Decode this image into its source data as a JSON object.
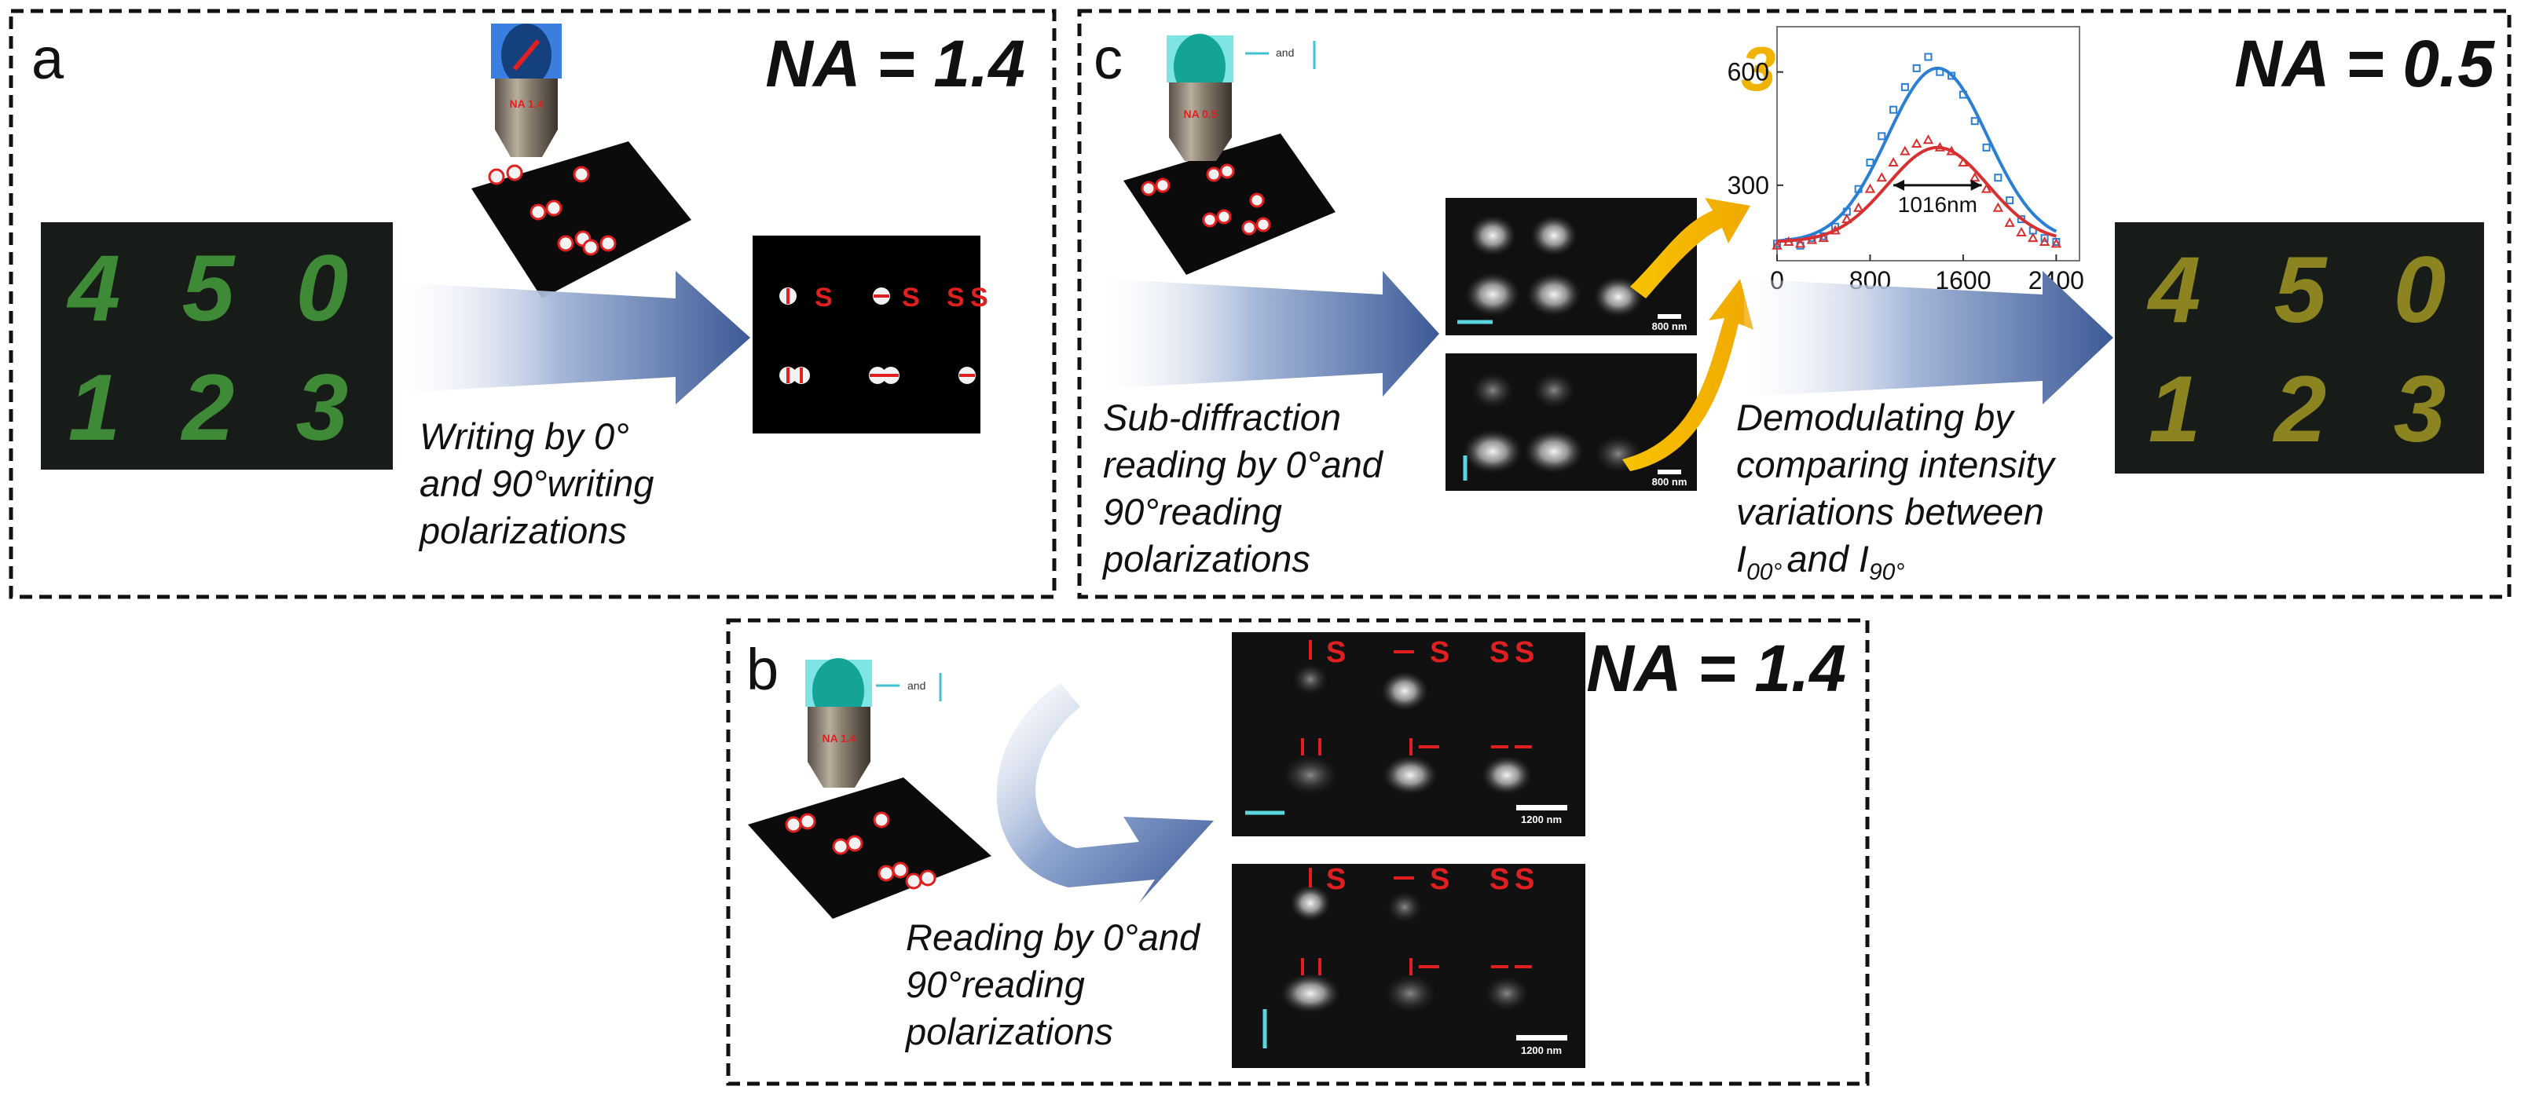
{
  "panels": {
    "a": {
      "letter": "a",
      "na": "NA = 1.4",
      "digits_top": [
        "4",
        "5",
        "0"
      ],
      "digits_bottom": [
        "1",
        "2",
        "3"
      ],
      "caption_lines": [
        "Writing by 0°",
        "and 90°writing",
        "polarizations"
      ],
      "s_marks_top": [
        "S",
        "S",
        "S",
        "S"
      ],
      "objective_label": "NA 1.4"
    },
    "b": {
      "letter": "b",
      "na": "NA = 1.4",
      "caption_lines": [
        "Reading by 0°and",
        "90°reading",
        "polarizations"
      ],
      "and_label": "and",
      "objective_label": "NA 1.4",
      "scale_bar": "1200 nm",
      "s_marks": [
        "S",
        "S",
        "S",
        "S"
      ]
    },
    "c": {
      "letter": "c",
      "na": "NA = 0.5",
      "and_label": "and",
      "objective_label": "NA 0.5",
      "scale_bar": "800 nm",
      "caption_left_lines": [
        "Sub-diffraction",
        "reading by 0°and",
        "90°reading",
        "polarizations"
      ],
      "caption_right_lines": [
        "Demodulating by",
        "comparing intensity",
        "variations between"
      ],
      "caption_right_last": {
        "i1": "I",
        "sub1": "00°",
        "mid": "and ",
        "i2": "I",
        "sub2": "90°"
      },
      "digits_top": [
        "4",
        "5",
        "0"
      ],
      "digits_bottom": [
        "1",
        "2",
        "3"
      ]
    }
  },
  "chart_data": {
    "type": "scatter",
    "annotation_digit": "3",
    "width_annotation": "1016nm",
    "x_ticks": [
      "0",
      "800",
      "1600",
      "2400"
    ],
    "y_ticks": [
      "300",
      "600"
    ],
    "xlim": [
      0,
      2600
    ],
    "ylim": [
      100,
      720
    ],
    "series": [
      {
        "color": "#2a7fd4",
        "fit": {
          "amplitude": 460,
          "center": 1380,
          "sigma": 430,
          "baseline": 150
        },
        "x": [
          0,
          100,
          200,
          300,
          400,
          500,
          600,
          700,
          800,
          900,
          1000,
          1100,
          1200,
          1300,
          1400,
          1500,
          1600,
          1700,
          1800,
          1900,
          2000,
          2100,
          2200,
          2300,
          2400
        ],
        "y": [
          145,
          150,
          140,
          160,
          165,
          190,
          230,
          290,
          360,
          430,
          500,
          560,
          610,
          640,
          600,
          590,
          540,
          470,
          400,
          320,
          260,
          210,
          180,
          160,
          150
        ]
      },
      {
        "color": "#d83030",
        "fit": {
          "amplitude": 250,
          "center": 1380,
          "sigma": 430,
          "baseline": 150
        },
        "x": [
          0,
          100,
          200,
          300,
          400,
          500,
          600,
          700,
          800,
          900,
          1000,
          1100,
          1200,
          1300,
          1400,
          1500,
          1600,
          1700,
          1800,
          1900,
          2000,
          2100,
          2200,
          2300,
          2400
        ],
        "y": [
          140,
          150,
          145,
          155,
          160,
          180,
          210,
          240,
          290,
          320,
          360,
          390,
          410,
          420,
          400,
          390,
          360,
          320,
          290,
          240,
          200,
          175,
          160,
          150,
          145
        ]
      }
    ]
  }
}
